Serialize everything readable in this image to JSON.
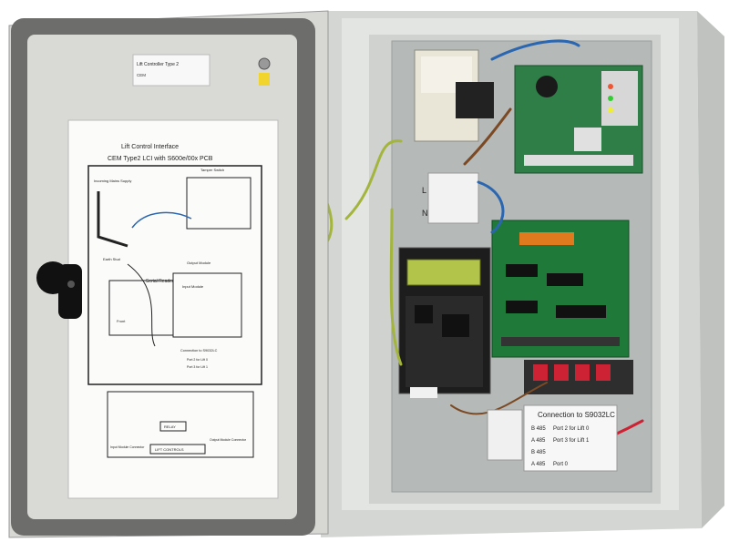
{
  "door": {
    "label": {
      "line1": "Lift Controller Type 2",
      "line2": "CEM"
    },
    "sheet": {
      "title": "Lift Control Interface",
      "subtitle": "CEM Type2 LCI with S600e/00x PCB",
      "tamper_switch": "Tamper Switch",
      "incoming_supply": "Incoming Mains Supply",
      "earth_stud": "Earth Stud",
      "serial_reader": "Serial Reader",
      "front": "Front",
      "output_module": "Output Module",
      "input_module": "Input Module",
      "connection_to": "Connection to S9032LC",
      "port2": "Port 2 for Lift 0",
      "port3": "Port 3 for Lift 1",
      "relay": "RELAY",
      "lift_control": "LIFT CONTROLS",
      "input_module_connector": "Input Module Connector",
      "output_module_connector": "Output Module Connector"
    }
  },
  "panel": {
    "sticker": {
      "title": "Connection to S9032LC",
      "rows": [
        {
          "pin": "B 485",
          "text": "Port 2 for Lift 0"
        },
        {
          "pin": "A 485",
          "text": "Port 3 for Lift 1"
        },
        {
          "pin": "B 485",
          "text": ""
        },
        {
          "pin": "A 485",
          "text": "Port 0"
        }
      ]
    },
    "terminal": {
      "l": "L",
      "n": "N"
    }
  },
  "colors": {
    "enclosure": "#d9dbd8",
    "door_frame": "#6f6f6c",
    "backplate": "#b9bcbc",
    "pcb_green": "#1f7a3a",
    "lcd": "#b3c44a"
  }
}
